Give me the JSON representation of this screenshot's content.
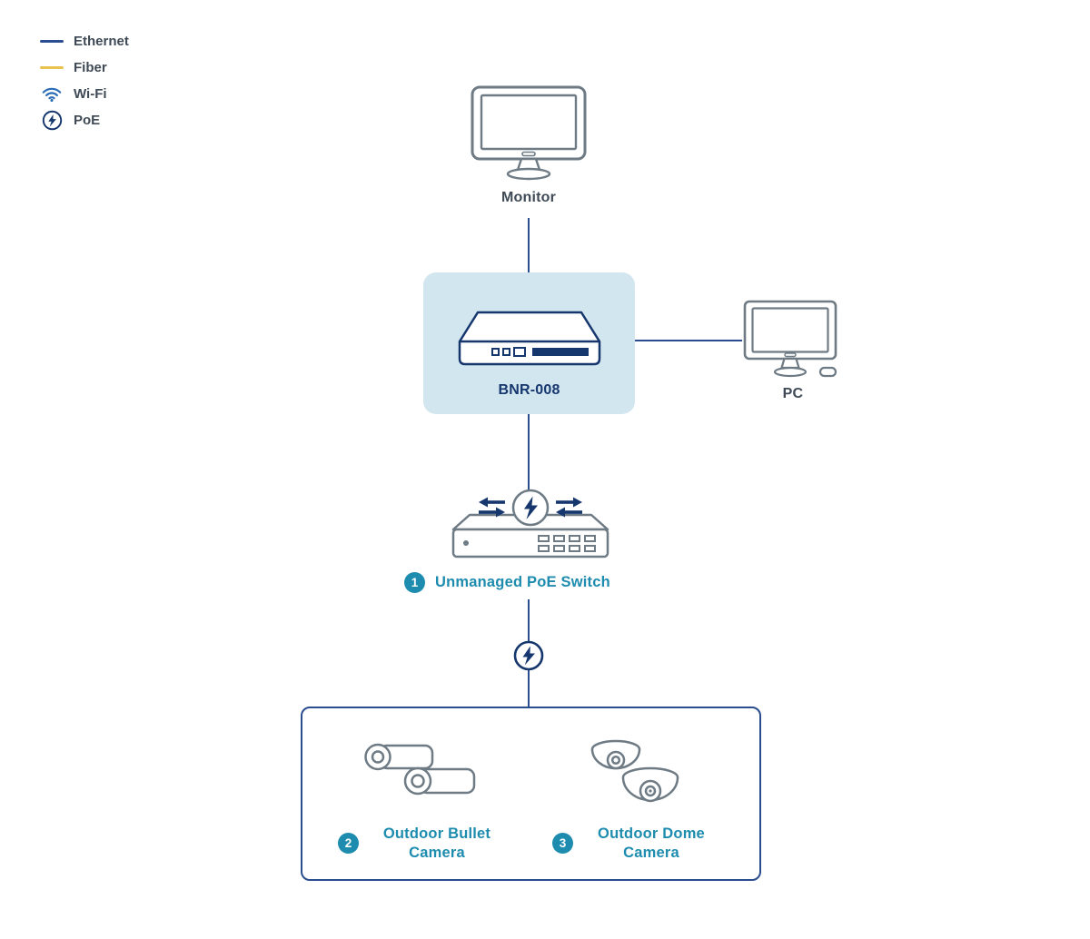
{
  "legend": {
    "ethernet": "Ethernet",
    "fiber": "Fiber",
    "wifi": "Wi-Fi",
    "poe": "PoE"
  },
  "nodes": {
    "monitor": {
      "label": "Monitor"
    },
    "nvr": {
      "label": "BNR-008"
    },
    "pc": {
      "label": "PC"
    },
    "switch": {
      "badge": "1",
      "label": "Unmanaged PoE Switch"
    },
    "bullet": {
      "badge": "2",
      "label": "Outdoor Bullet Camera"
    },
    "dome": {
      "badge": "3",
      "label": "Outdoor Dome Camera"
    }
  },
  "colors": {
    "teal_accent": "#1d8cae",
    "navy": "#16366e",
    "ethernet_line": "#2a4d8f",
    "fiber_line": "#e9c14d",
    "wifi_blue": "#2a6db5",
    "device_outline_gray": "#6e7b85",
    "nvr_box_bg": "#d2e6ef",
    "label_gray": "#3f4a56"
  }
}
